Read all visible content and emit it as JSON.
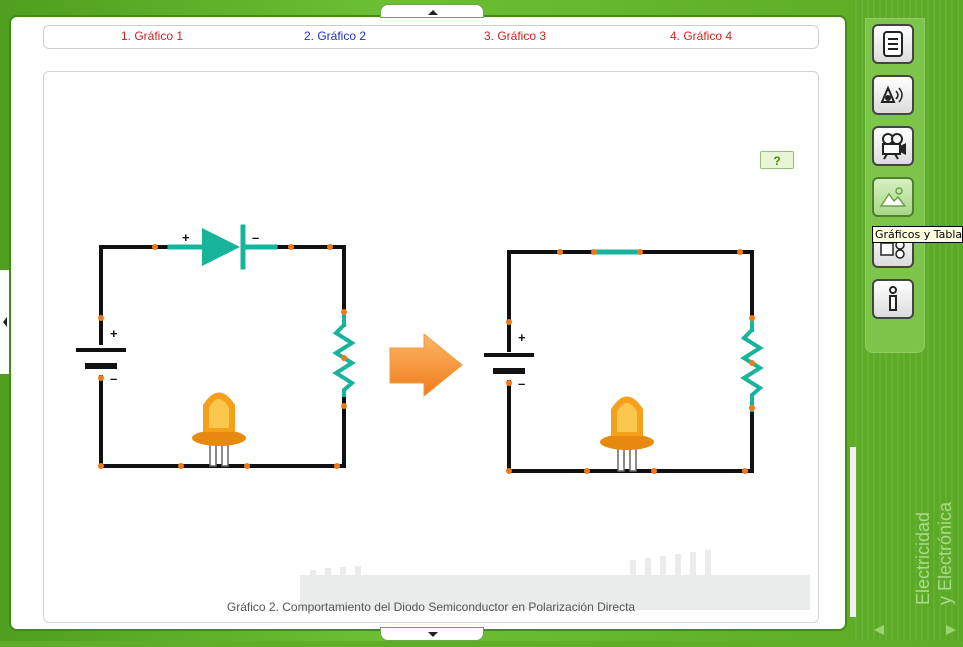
{
  "tabs": [
    {
      "label": "1. Gráfico 1",
      "color": "#d62020"
    },
    {
      "label": "2. Gráfico 2",
      "color": "#2030c8"
    },
    {
      "label": "3. Gráfico 3",
      "color": "#d62020"
    },
    {
      "label": "4. Gráfico 4",
      "color": "#d62020"
    }
  ],
  "help_label": "?",
  "caption": "Gráfico 2. Comportamiento del Diodo Semiconductor en Polarización Directa",
  "circuit": {
    "plus": "+",
    "minus": "–"
  },
  "sidebar": {
    "buttons": [
      {
        "name": "document-button",
        "icon": "document-icon"
      },
      {
        "name": "audio-button",
        "icon": "speaker-icon"
      },
      {
        "name": "video-button",
        "icon": "camera-icon"
      },
      {
        "name": "graphs-button",
        "icon": "landscape-icon"
      },
      {
        "name": "tools-button",
        "icon": "gear-icon"
      },
      {
        "name": "info-button",
        "icon": "info-icon"
      }
    ],
    "tooltip": "Gráficos y Tablas"
  },
  "brand": [
    "Electricidad",
    "y Electrónica"
  ],
  "colors": {
    "wire": "#111111",
    "component": "#18b39b",
    "node": "#f07a1a",
    "arrow": "#f7941d",
    "led": "#f4a01c"
  }
}
